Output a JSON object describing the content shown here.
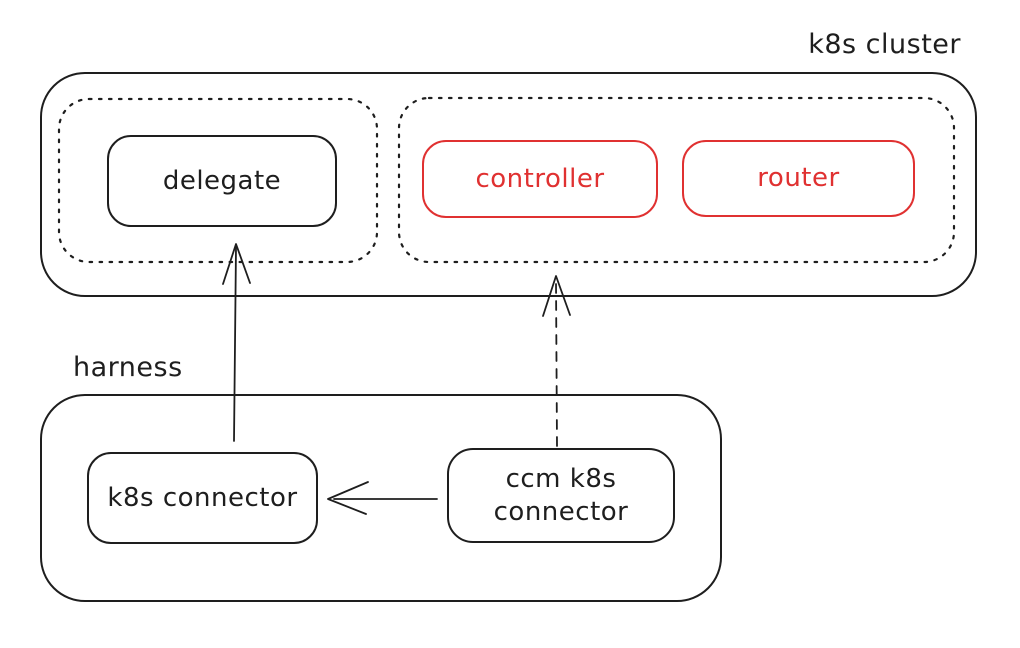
{
  "colors": {
    "stroke": "#1e1e1e",
    "accent_red": "#e03131",
    "background": "#ffffff"
  },
  "containers": {
    "k8s_cluster": {
      "label": "k8s cluster"
    },
    "harness": {
      "label": "harness"
    }
  },
  "pods": {
    "delegate_pod": {
      "style": "dotted",
      "contains": [
        "delegate"
      ]
    },
    "ccm_pod": {
      "style": "dotted",
      "contains": [
        "controller",
        "router"
      ]
    }
  },
  "nodes": {
    "delegate": {
      "label": "delegate",
      "color": "#1e1e1e"
    },
    "controller": {
      "label": "controller",
      "color": "#e03131"
    },
    "router": {
      "label": "router",
      "color": "#e03131"
    },
    "k8s_connector": {
      "label": "k8s connector",
      "color": "#1e1e1e"
    },
    "ccm_k8s_connector": {
      "label": "ccm k8s connector",
      "color": "#1e1e1e"
    }
  },
  "edges": [
    {
      "from": "k8s_connector",
      "to": "delegate",
      "style": "solid",
      "direction": "up"
    },
    {
      "from": "ccm_k8s_connector",
      "to": "k8s_cluster",
      "style": "dashed",
      "direction": "up"
    },
    {
      "from": "ccm_k8s_connector",
      "to": "k8s_connector",
      "style": "solid",
      "direction": "left"
    }
  ]
}
